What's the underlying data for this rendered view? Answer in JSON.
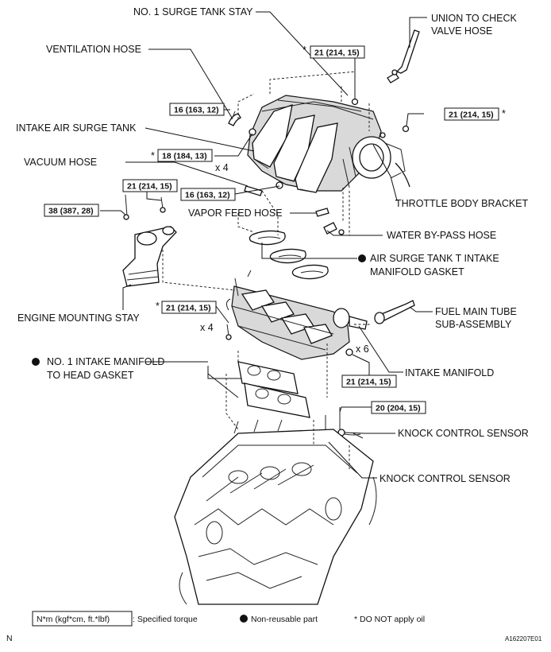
{
  "labels": {
    "surge_tank_stay": "NO. 1 SURGE TANK STAY",
    "union_check_valve_1": "UNION TO CHECK",
    "union_check_valve_2": "VALVE HOSE",
    "ventilation_hose": "VENTILATION HOSE",
    "intake_air_surge_tank": "INTAKE AIR SURGE TANK",
    "vacuum_hose": "VACUUM HOSE",
    "vapor_feed_hose": "VAPOR FEED HOSE",
    "throttle_body_bracket": "THROTTLE BODY BRACKET",
    "water_bypass_hose": "WATER BY-PASS HOSE",
    "air_surge_gasket_1": "AIR SURGE TANK T INTAKE",
    "air_surge_gasket_2": "MANIFOLD GASKET",
    "engine_mounting_stay": "ENGINE MOUNTING STAY",
    "fuel_main_tube_1": "FUEL MAIN TUBE",
    "fuel_main_tube_2": "SUB-ASSEMBLY",
    "intake_manifold_gasket_1": "NO. 1 INTAKE MANIFOLD",
    "intake_manifold_gasket_2": "TO HEAD GASKET",
    "intake_manifold": "INTAKE MANIFOLD",
    "knock_sensor_1": "KNOCK CONTROL SENSOR",
    "knock_sensor_2": "KNOCK CONTROL SENSOR"
  },
  "torques": {
    "t1": "21 (214, 15)",
    "t2": "16 (163, 12)",
    "t3": "21 (214, 15)",
    "t4": "18 (184, 13)",
    "t5": "21 (214, 15)",
    "t6": "16 (163, 12)",
    "t7": "38 (387, 28)",
    "t8": "21 (214, 15)",
    "t9": "21 (214, 15)",
    "t10": "20 (204, 15)"
  },
  "marks": {
    "star": "*",
    "x4": "x 4",
    "x6": "x 6",
    "bullet": "●"
  },
  "legend": {
    "torque_unit": "N*m (kgf*cm, ft.*lbf)",
    "torque_text": ": Specified torque",
    "nonreusable_text": "Non-reusable part",
    "no_oil_text": "* DO NOT apply oil"
  },
  "footer": {
    "north": "N",
    "code": "A162207E01"
  }
}
